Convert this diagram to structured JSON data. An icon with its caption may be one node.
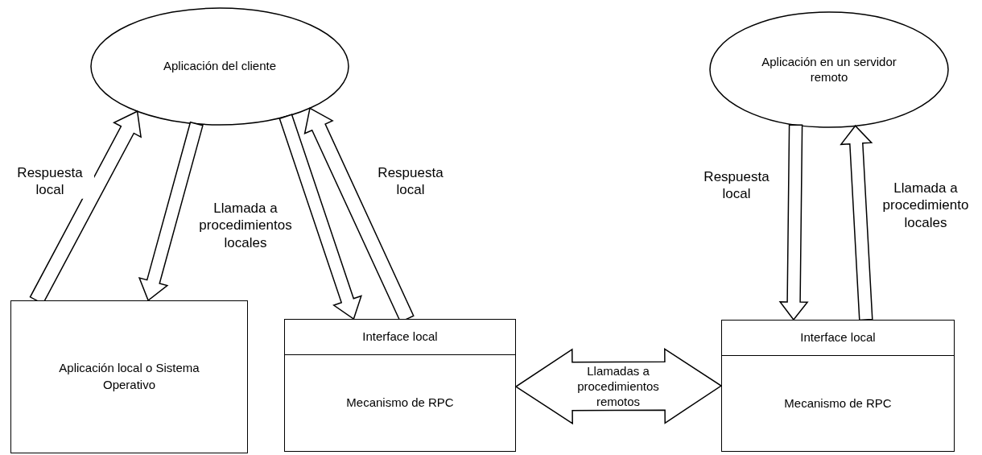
{
  "diagram": {
    "nodes": [
      {
        "text": [
          "Aplicación del cliente"
        ]
      },
      {
        "text": [
          "Aplicación en un servidor remoto"
        ]
      },
      {
        "text": [
          "Aplicación local o Sistema Operativo"
        ]
      },
      {
        "text": [
          "Interface local",
          "Mecanismo de RPC"
        ]
      },
      {
        "text": [
          "Interface local",
          "Mecanismo de RPC"
        ]
      }
    ],
    "edges": [
      {
        "from": 2,
        "to": 0,
        "arrow": "to",
        "label": "Respuesta local"
      },
      {
        "from": 0,
        "to": 2,
        "arrow": "to",
        "label": "Llamada a procedimientos locales"
      },
      {
        "from": 0,
        "to": 3,
        "arrow": "to"
      },
      {
        "from": 3,
        "to": 0,
        "arrow": "to",
        "label": "Respuesta local"
      },
      {
        "from": 1,
        "to": 4,
        "arrow": "to",
        "label": "Respuesta local"
      },
      {
        "from": 4,
        "to": 1,
        "arrow": "to",
        "label": "Llamada a procedimiento locales"
      },
      {
        "from": 3,
        "to": 4,
        "arrow": "both",
        "label": "Llamadas a procedimientos remotos"
      }
    ]
  }
}
